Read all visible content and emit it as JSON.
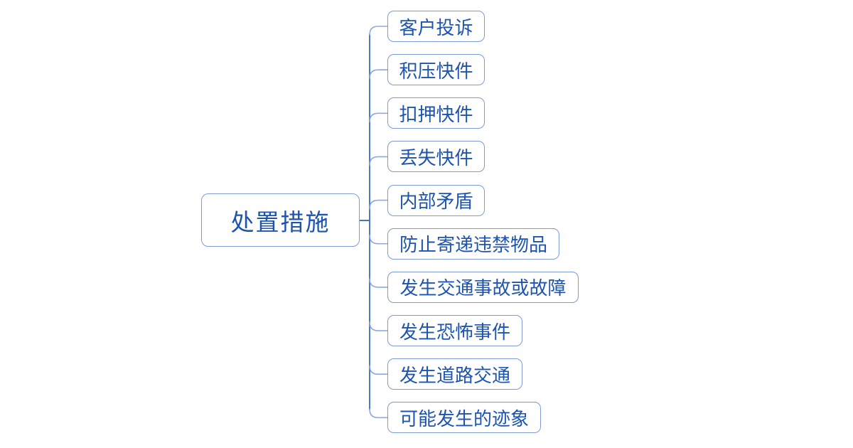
{
  "diagram": {
    "type": "mindmap",
    "root": {
      "label": "处置措施"
    },
    "branches": [
      {
        "label": "客户投诉"
      },
      {
        "label": "积压快件"
      },
      {
        "label": "扣押快件"
      },
      {
        "label": "丢失快件"
      },
      {
        "label": "内部矛盾"
      },
      {
        "label": "防止寄递违禁物品"
      },
      {
        "label": "发生交通事故或故障"
      },
      {
        "label": "发生恐怖事件"
      },
      {
        "label": "发生道路交通"
      },
      {
        "label": "可能发生的迹象"
      }
    ],
    "colors": {
      "node_border": "#7D9BD6",
      "node_text": "#1D54B0",
      "branch_line": "#8FA9DE",
      "trunk_line": "#4374C6",
      "background": "#FFFFFF"
    }
  }
}
